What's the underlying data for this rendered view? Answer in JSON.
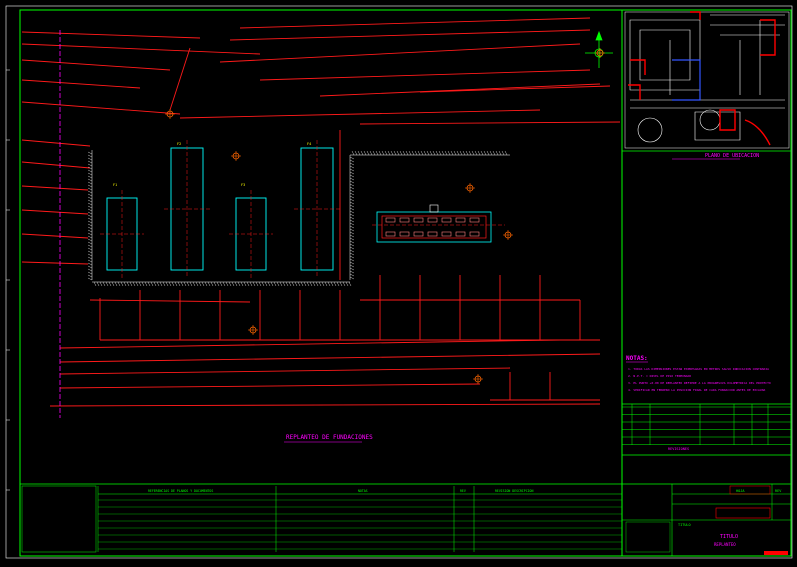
{
  "drawing": {
    "title": "REPLANTEO DE FUNDACIONES",
    "colors": {
      "background": "#000000",
      "frame": "#00ff00",
      "survey_lines": "#ff1a1a",
      "foundations": "#00ffff",
      "plan_title": "#ff00ff",
      "notes": "#ff00ff",
      "accent_red": "#ff0000",
      "border_white": "#ffffff"
    }
  },
  "location_plan": {
    "title": "PLANO DE UBICACION"
  },
  "notes": {
    "title": "NOTAS:",
    "items": [
      "1. TODAS LAS DIMENSIONES ESTAN EXPRESADAS EN METROS SALVO INDICACION CONTRARIA",
      "2. N.P.T. = NIVEL DE PISO TERMINADO",
      "3. EL PUNTO +0.00 DE REPLANTEO REFIERE A LA PROGRESIVA KILOMETRICA DEL PROYECTO",
      "4. VERIFICAR EN TERRENO LA POSICION FINAL DE CADA FUNDACION ANTES DE EXCAVAR"
    ]
  },
  "revision_table": {
    "caption": "REVISIONES"
  },
  "title_block": {
    "title_label": "TITULO",
    "subtitle": "REPLANTEO",
    "sheet_label": "HOJA",
    "rev_label": "REV"
  },
  "bottom_panel": {
    "header_references": "REFERENCIAS DE PLANOS Y DOCUMENTOS",
    "header_notes": "NOTAS",
    "header_rev": "REV",
    "header_revision_desc": "REVISION DESCRIPCION"
  },
  "foundations": [
    {
      "id": "F1"
    },
    {
      "id": "F2"
    },
    {
      "id": "F3"
    },
    {
      "id": "F4"
    }
  ]
}
